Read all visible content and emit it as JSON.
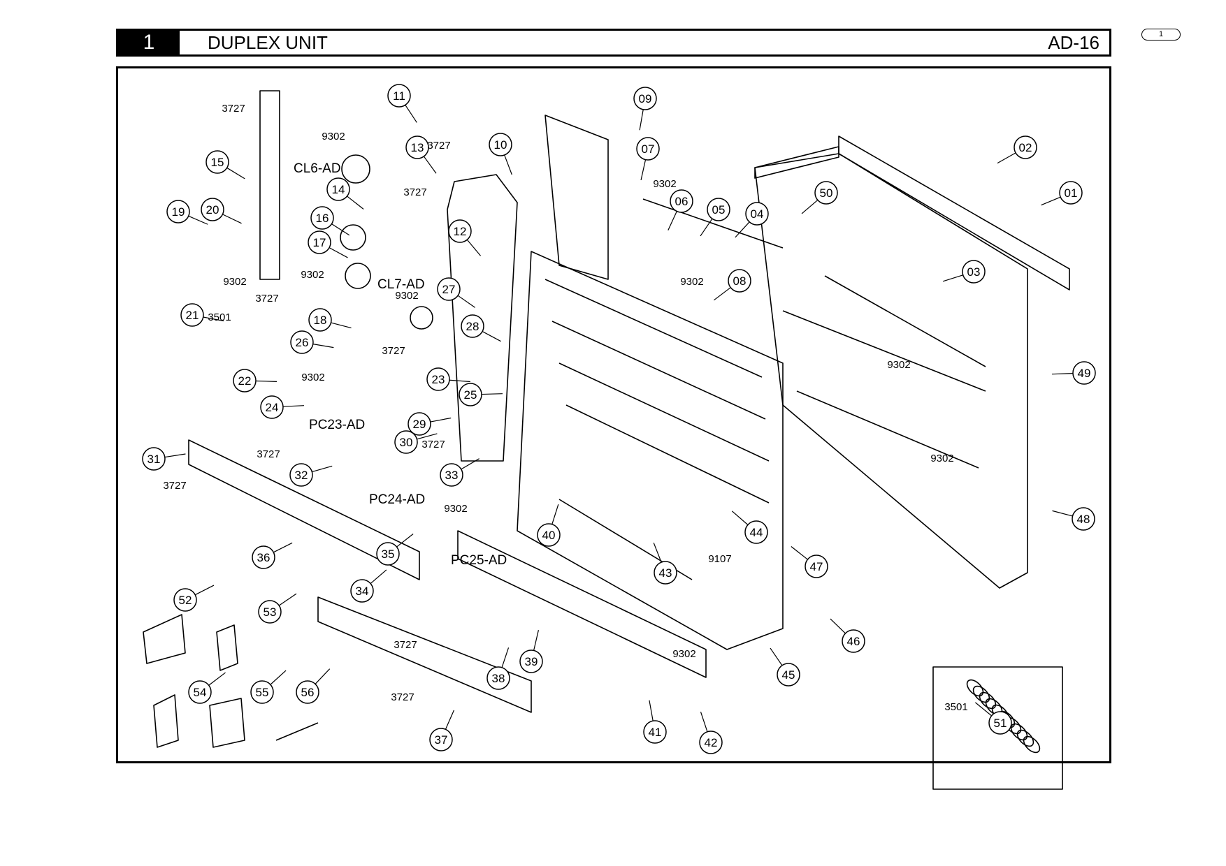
{
  "header": {
    "section_number": "1",
    "section_title": "DUPLEX UNIT",
    "document_code": "AD-16",
    "page_tab": "1"
  },
  "callouts": [
    "01",
    "02",
    "03",
    "04",
    "05",
    "06",
    "07",
    "08",
    "09",
    "10",
    "11",
    "12",
    "13",
    "14",
    "15",
    "16",
    "17",
    "18",
    "19",
    "20",
    "21",
    "22",
    "23",
    "24",
    "25",
    "26",
    "27",
    "28",
    "29",
    "30",
    "31",
    "32",
    "33",
    "34",
    "35",
    "36",
    "37",
    "38",
    "39",
    "40",
    "41",
    "42",
    "43",
    "44",
    "45",
    "46",
    "47",
    "48",
    "49",
    "50",
    "51",
    "52",
    "53",
    "54",
    "55",
    "56"
  ],
  "fastener_codes": [
    "3727",
    "9302",
    "3501",
    "9107"
  ],
  "sensor_labels": [
    "CL6-AD",
    "CL7-AD",
    "PC23-AD",
    "PC24-AD",
    "PC25-AD"
  ]
}
